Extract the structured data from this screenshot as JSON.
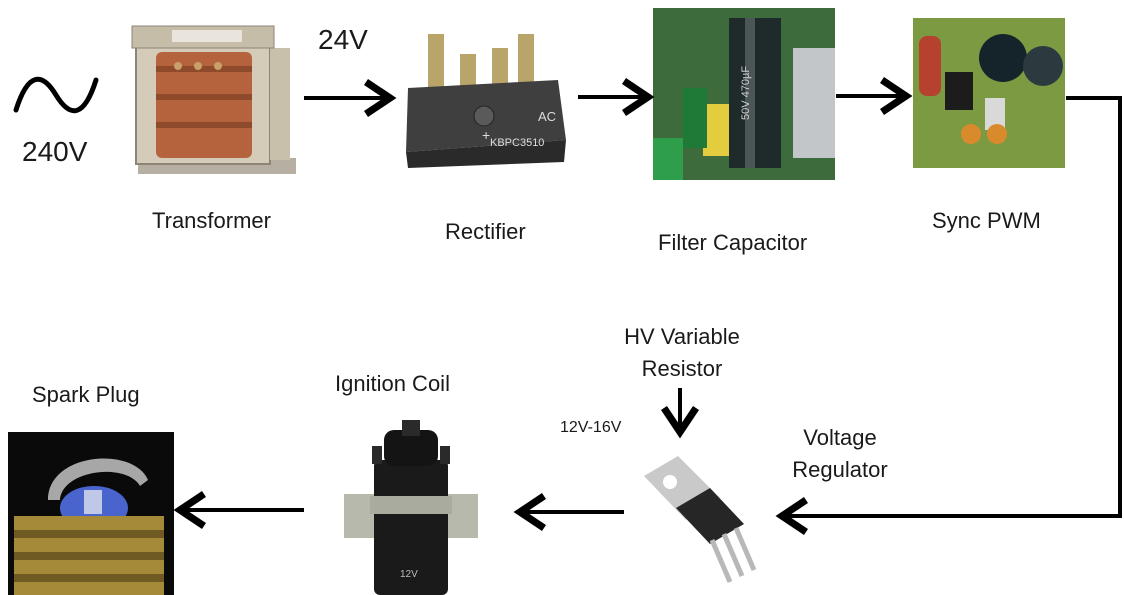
{
  "diagram": {
    "input_voltage": "240V",
    "transformer_output": "24V",
    "regulator_output": "12V-16V",
    "components": {
      "transformer": "Transformer",
      "rectifier": "Rectifier",
      "filter_capacitor": "Filter Capacitor",
      "sync_pwm": "Sync PWM",
      "hv_variable_resistor": [
        "HV Variable",
        "Resistor"
      ],
      "voltage_regulator": [
        "Voltage",
        "Regulator"
      ],
      "ignition_coil": "Ignition Coil",
      "spark_plug": "Spark Plug"
    },
    "part_markings": {
      "rectifier_model": "KBPC3510",
      "rectifier_plus": "+",
      "rectifier_ac": "AC",
      "capacitor_rating": "50V 470µF",
      "coil_rating": "12V"
    },
    "colors": {
      "line": "#000000",
      "text": "#1a1a1a"
    }
  }
}
